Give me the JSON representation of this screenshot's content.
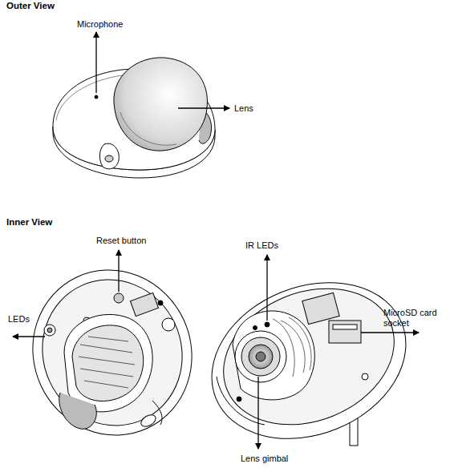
{
  "diagram": {
    "labels": [
      "Outer View",
      "Microphone",
      "Lens",
      "Inner View",
      "Reset button",
      "IR LEDs",
      "LEDs",
      "MicroSD card socket",
      "Lens gimbal"
    ]
  }
}
